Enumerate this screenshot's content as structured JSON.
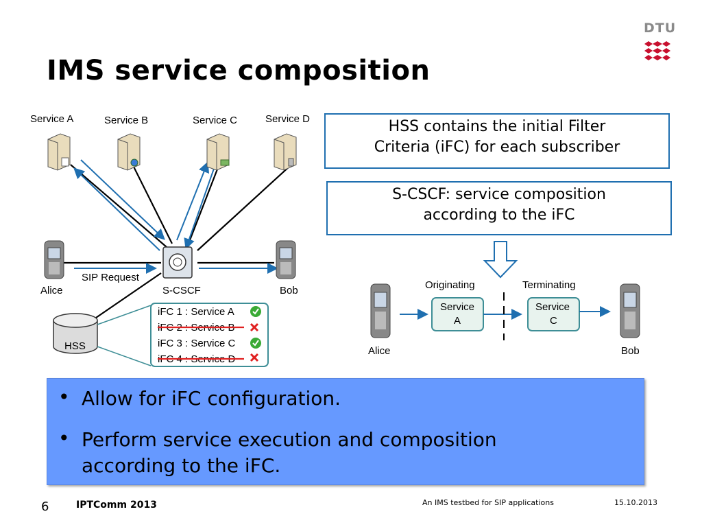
{
  "slide": {
    "title": "IMS service composition",
    "logo_text": "DTU",
    "colors": {
      "accent_blue": "#1f6fb0",
      "bullet_bg": "#6699ff",
      "dtu_red": "#c8102e",
      "reject_red": "#e02020",
      "accept_green": "#3aaa35"
    }
  },
  "diagram_left": {
    "services": [
      {
        "label": "Service A"
      },
      {
        "label": "Service B"
      },
      {
        "label": "Service C"
      },
      {
        "label": "Service D"
      }
    ],
    "alice": "Alice",
    "bob": "Bob",
    "sip_request": "SIP Request",
    "scscf": "S-CSCF",
    "hss": "HSS",
    "ifc_list": [
      {
        "text": "iFC 1 : Service A",
        "status": "accepted",
        "icon": "check-icon"
      },
      {
        "text": "iFC 2 : Service B",
        "status": "rejected",
        "icon": "cross-icon"
      },
      {
        "text": "iFC 3 : Service C",
        "status": "accepted",
        "icon": "check-icon"
      },
      {
        "text": "iFC 4 : Service D",
        "status": "rejected",
        "icon": "cross-icon"
      }
    ]
  },
  "callouts": {
    "hss_box": "HSS contains the initial Filter Criteria (iFC) for each subscriber",
    "hss_box_line1": "HSS contains the initial Filter",
    "hss_box_line2": "Criteria (iFC) for each subscriber",
    "scscf_box_line1": "S-CSCF: service composition",
    "scscf_box_line2": "according to the iFC"
  },
  "diagram_right": {
    "originating": "Originating",
    "terminating": "Terminating",
    "service_a_line1": "Service",
    "service_a_line2": "A",
    "service_c_line1": "Service",
    "service_c_line2": "C",
    "alice": "Alice",
    "bob": "Bob"
  },
  "bullets": [
    {
      "marker": "•",
      "text": "Allow for iFC configuration."
    },
    {
      "marker": "•",
      "text_line1": "Perform service execution and composition",
      "text_line2": "according to the iFC."
    }
  ],
  "footer": {
    "page_number": "6",
    "conference": "IPTComm 2013",
    "topic": "An IMS testbed for SIP applications",
    "date": "15.10.2013"
  }
}
